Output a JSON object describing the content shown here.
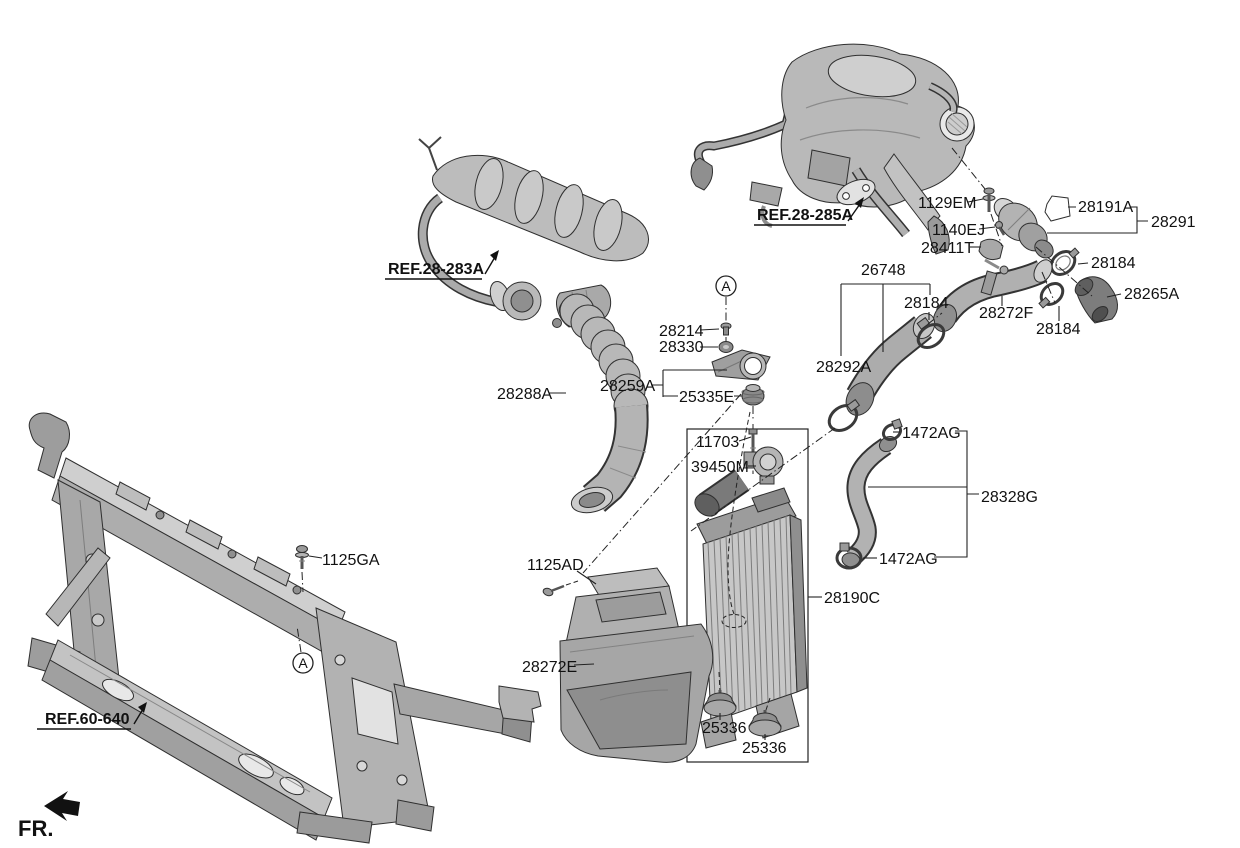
{
  "diagram": {
    "kind": "exploded-parts-diagram",
    "front_marker": "FR.",
    "view_marker": "A",
    "refs": {
      "r285a": "REF.28-285A",
      "r283a": "REF.28-283A",
      "r60640": "REF.60-640"
    },
    "callouts": {
      "p1129em": "1129EM",
      "p28191a": "28191A",
      "p28291": "28291",
      "p1140ej": "1140EJ",
      "p28411t": "28411T",
      "p26748": "26748",
      "p28184_a": "28184",
      "p28184_b": "28184",
      "p28184_c": "28184",
      "p28272f": "28272F",
      "p28265a": "28265A",
      "p28214": "28214",
      "p28330": "28330",
      "p28288a": "28288A",
      "p28259a": "28259A",
      "p25335e": "25335E",
      "p28292a": "28292A",
      "p11703": "11703",
      "p39450m": "39450M",
      "p1472ag_top": "1472AG",
      "p28328g": "28328G",
      "p1472ag_bot": "1472AG",
      "p1125ga": "1125GA",
      "p1125ad": "1125AD",
      "p28190c": "28190C",
      "p28272e": "28272E",
      "p25336_a": "25336",
      "p25336_b": "25336"
    }
  }
}
